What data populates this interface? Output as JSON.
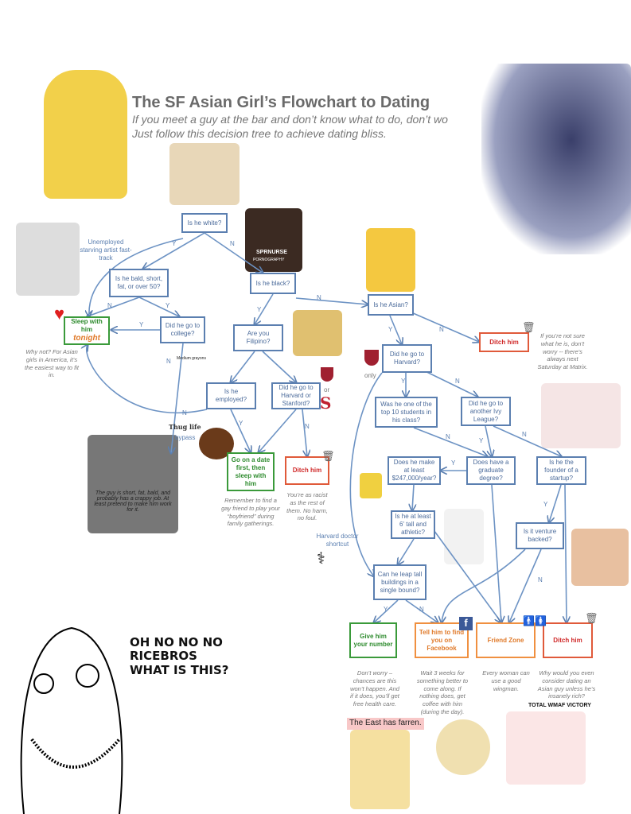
{
  "header": {
    "title": "The SF Asian Girl’s Flowchart to Dating",
    "subtitle_1": "If you meet a guy at the bar and don’t know what to do, don’t wo",
    "subtitle_2": "Just follow this decision tree to achieve dating bliss."
  },
  "nodes": {
    "white": "Is he white?",
    "bald": "Is he bald, short, fat, or over 50?",
    "black": "Is he black?",
    "asian": "Is he Asian?",
    "sleep_1": "Sleep with him",
    "sleep_2": "tonight",
    "college": "Did he go to college?",
    "filipino": "Are you Filipino?",
    "ditch_1": "Ditch him",
    "harvard": "Did he go to Harvard?",
    "employed": "Is he employed?",
    "harv_stan": "Did he go to Harvard or Stanford?",
    "top10": "Was he one of the top 10 students in his class?",
    "ivy": "Did he go to another Ivy League?",
    "date_first": "Go on a date first, then sleep with him",
    "ditch_2": "Ditch him",
    "make": "Does he make at least $247,000/year?",
    "grad": "Does have a graduate degree?",
    "founder": "Is he the founder of a startup?",
    "tall": "Is he at least 6' tall and athletic?",
    "venture": "Is it venture backed?",
    "leap": "Can he leap tall buildings in a single bound?",
    "number": "Give him your number",
    "facebook": "Tell him to find you on Facebook",
    "friend": "Friend Zone",
    "ditch_3": "Ditch him"
  },
  "notes": {
    "artist": "Unemployed starving artist fast-track",
    "sleep": "Why not? For Asian girls in America, it’s the easiest way to fit in.",
    "ditch_1": "If you’re not sure what he is, don’t worry -- there’s always next Saturday at Matrix.",
    "date_first": "Remember to find a gay friend to play your “boyfriend” during family gatherings.",
    "ditch_2": "You’re as racist as the rest of them.  No harm, no foul.",
    "thug": "Thug life",
    "bypass": "bypass",
    "only": "only",
    "or": "or",
    "doctor": "Harvard doctor shortcut",
    "number": "Don’t worry – chances are this won’t happen.  And if it does, you’ll get free health care.",
    "facebook": "Wait 3 weeks for something better to come along.  If nothing does, get coffee with him (during the day).",
    "friend": "Every woman can use a good wingman.",
    "ditch_3": "Why would you even consider dating an Asian guy unless he’s insanely rich?",
    "gray_overlay": "The guy is short, fat, bald, and probably has a crappy job. At least pretend to make him work for it.",
    "victory": "TOTAL WMAF VICTORY",
    "east": "The East has farren.",
    "shirt": "SPRNURSE",
    "shirt_sub": "PORNOGRAPHY",
    "grayons": "Medium grayons"
  },
  "meme_text": [
    "OH NO NO NO",
    "RICEBROS",
    "WHAT IS THIS?"
  ],
  "edges": {
    "y": "Y",
    "n": "N"
  }
}
